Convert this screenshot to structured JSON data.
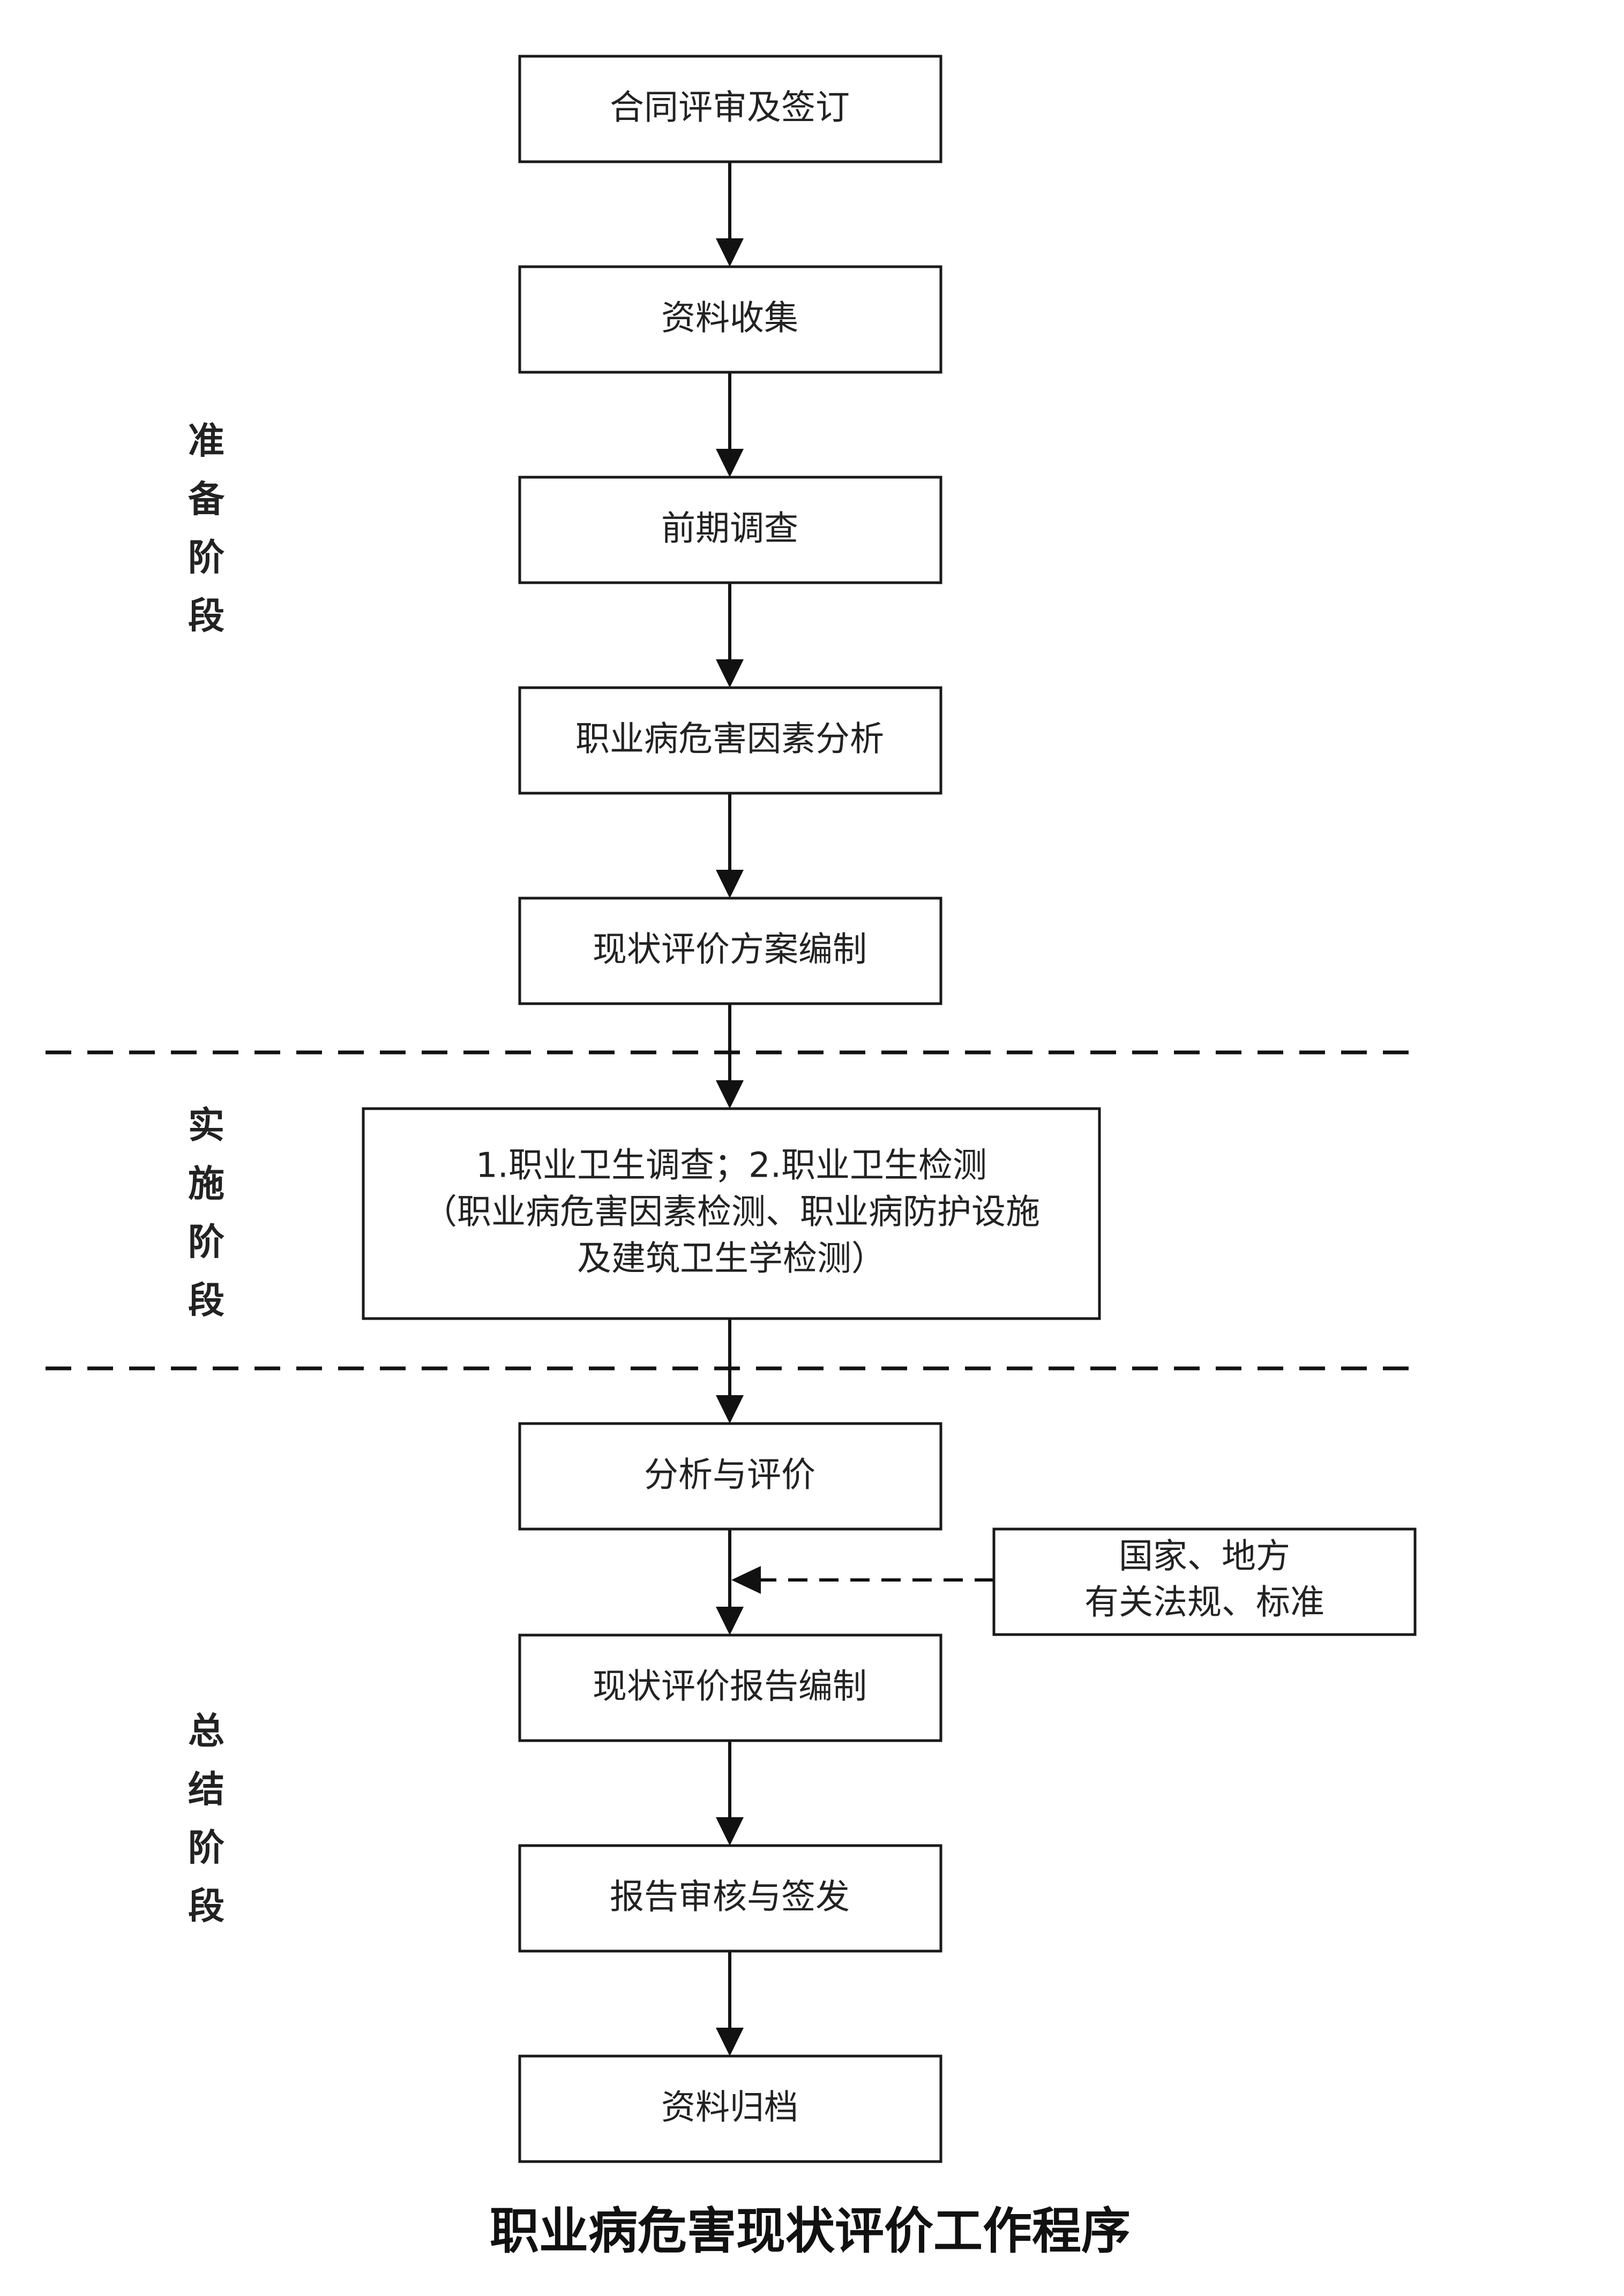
{
  "title": "职业病危害现状评价工作程序",
  "stages": {
    "prep": [
      "准",
      "备",
      "阶",
      "段"
    ],
    "impl": [
      "实",
      "施",
      "阶",
      "段"
    ],
    "summary": [
      "总",
      "结",
      "阶",
      "段"
    ]
  },
  "steps": {
    "contract": "合同评审及签订",
    "collect": "资料收集",
    "survey": "前期调查",
    "factor_analysis": "职业病危害因素分析",
    "plan": "现状评价方案编制",
    "implementation": [
      "1.职业卫生调查；2.职业卫生检测",
      "（职业病危害因素检测、职业病防护设施",
      "及建筑卫生学检测）"
    ],
    "analysis": "分析与评价",
    "report": "现状评价报告编制",
    "review": "报告审核与签发",
    "archive": "资料归档"
  },
  "regulations": [
    "国家、地方",
    "有关法规、标准"
  ]
}
